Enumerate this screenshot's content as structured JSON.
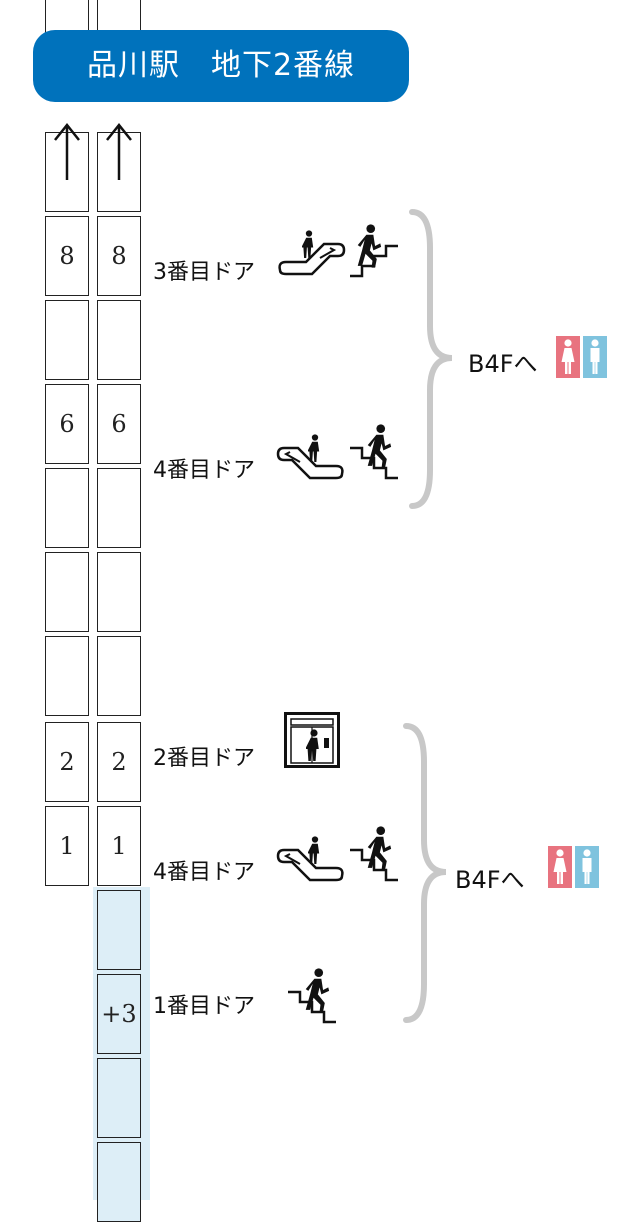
{
  "title": "品川駅　地下2番線",
  "cars": [
    {
      "left": "",
      "right": ""
    },
    {
      "left": "",
      "right": ""
    },
    {
      "left": "8",
      "right": "8"
    },
    {
      "left": "",
      "right": ""
    },
    {
      "left": "6",
      "right": "6"
    },
    {
      "left": "",
      "right": ""
    },
    {
      "left": "",
      "right": ""
    },
    {
      "left": "",
      "right": ""
    },
    {
      "left": "2",
      "right": "2"
    },
    {
      "left": "1",
      "right": "1"
    }
  ],
  "extra_cars": [
    "",
    "+3",
    "",
    ""
  ],
  "groups": [
    {
      "doors": [
        {
          "label": "3番目ドア",
          "icons": [
            "escalator-up-icon",
            "stairs-up-icon"
          ]
        },
        {
          "label": "4番目ドア",
          "icons": [
            "escalator-down-icon",
            "stairs-down-icon"
          ]
        }
      ],
      "destination": "B4Fへ",
      "facility_icons": [
        "womens-restroom-icon",
        "mens-restroom-icon"
      ]
    },
    {
      "doors": [
        {
          "label": "2番目ドア",
          "icons": [
            "elevator-icon"
          ]
        },
        {
          "label": "4番目ドア",
          "icons": [
            "escalator-down-icon",
            "stairs-down-icon"
          ]
        },
        {
          "label": "1番目ドア",
          "icons": [
            "stairs-down-icon"
          ]
        }
      ],
      "destination": "B4Fへ",
      "facility_icons": [
        "womens-restroom-icon",
        "mens-restroom-icon"
      ]
    }
  ],
  "colors": {
    "title_bg": "#0072BC",
    "extra_car_bg": "#DDEEF7",
    "brace": "#C8C8C8",
    "womens_restroom": "#E8737F",
    "mens_restroom": "#7FC3DE"
  }
}
